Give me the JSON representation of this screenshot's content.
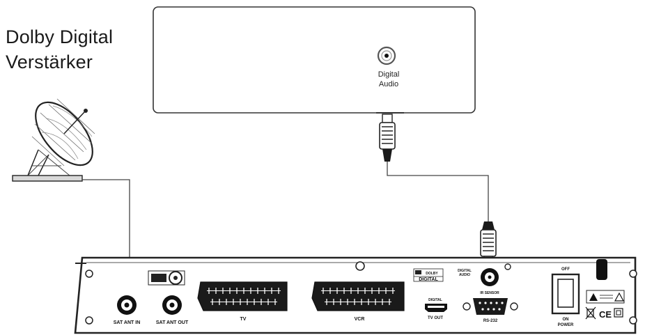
{
  "header": {
    "line1": "Dolby Digital",
    "line2": "Verstärker"
  },
  "amplifier": {
    "jack_label_1": "Digital",
    "jack_label_2": "Audio"
  },
  "receiver": {
    "sat_in": "SAT ANT IN",
    "sat_out": "SAT ANT OUT",
    "tv": "TV",
    "vcr": "VCR",
    "dolby_line1": "DOLBY",
    "dolby_line2": "DIGITAL",
    "digital_audio_line1": "DIGITAL",
    "digital_audio_line2": "AUDIO",
    "ir_sensor": "IR SENSOR",
    "hdmi_top": "DIGITAL",
    "tv_out": "TV OUT",
    "rs232": "RS-232",
    "off": "OFF",
    "on": "ON",
    "power": "POWER",
    "ce": "CE"
  }
}
